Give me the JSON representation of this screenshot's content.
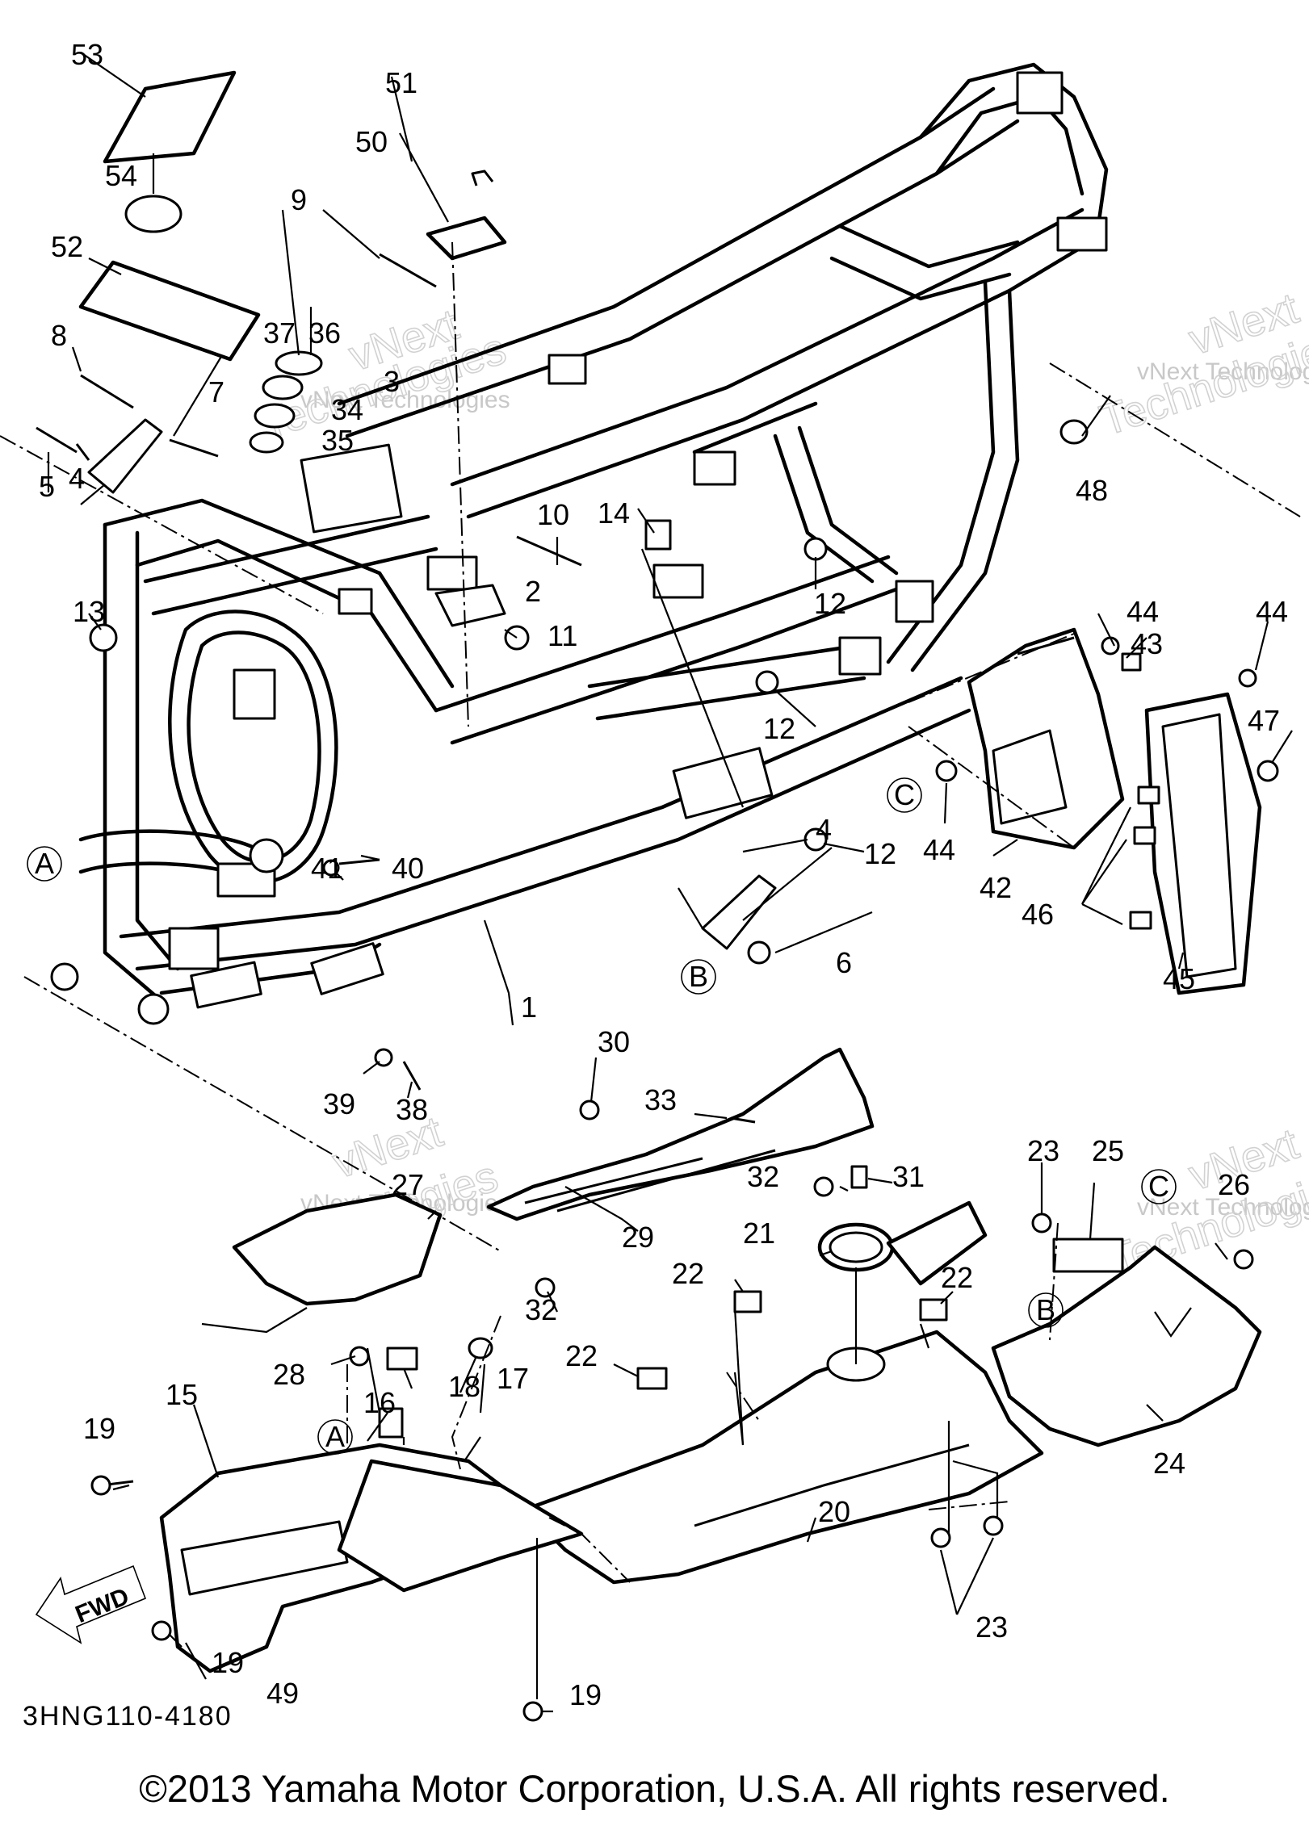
{
  "diagram": {
    "drawing_code": "3HNG110-4180",
    "direction_label": "FWD",
    "ref_marks": [
      "A",
      "B",
      "C"
    ],
    "watermark": {
      "text": "vNext Technologies",
      "brand_word_1": "vNext",
      "brand_word_2": "Technologies"
    },
    "part_numbers": [
      "1",
      "2",
      "3",
      "4",
      "5",
      "6",
      "7",
      "8",
      "9",
      "10",
      "11",
      "12",
      "13",
      "14",
      "15",
      "16",
      "17",
      "18",
      "19",
      "20",
      "21",
      "22",
      "23",
      "24",
      "25",
      "26",
      "27",
      "28",
      "29",
      "30",
      "31",
      "32",
      "33",
      "34",
      "35",
      "36",
      "37",
      "38",
      "39",
      "40",
      "41",
      "42",
      "43",
      "44",
      "45",
      "46",
      "47",
      "48",
      "49",
      "50",
      "51",
      "52",
      "53",
      "54"
    ]
  },
  "copyright": "©2013 Yamaha Motor Corporation, U.S.A. All rights reserved."
}
